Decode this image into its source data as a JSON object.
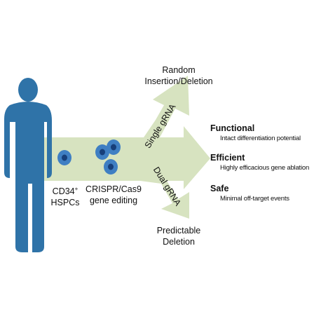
{
  "labels": {
    "random": "Random",
    "random_sub": "Insertion/Deletion",
    "predictable": "Predictable",
    "predictable_sub": "Deletion",
    "single_grna": "Single gRNA",
    "dual_grna": "Dual gRNA",
    "cells_line1": "CD34",
    "cells_sup": "+",
    "cells_line2": "HSPCs",
    "editing_line1": "CRISPR/Cas9",
    "editing_line2": "gene editing"
  },
  "outcomes": [
    {
      "title": "Functional",
      "desc": "Intact differentiation potential"
    },
    {
      "title": "Efficient",
      "desc": "Highly efficacious gene ablation"
    },
    {
      "title": "Safe",
      "desc": "Minimal off-target events"
    }
  ],
  "colors": {
    "arrow_fill": "#d7e3c0",
    "figure": "#2f73a8",
    "cell_outer": "#3f7fc3",
    "cell_inner": "#173f7a",
    "text": "#111111"
  },
  "icons": [
    "human-figure-icon",
    "cell-icon"
  ]
}
